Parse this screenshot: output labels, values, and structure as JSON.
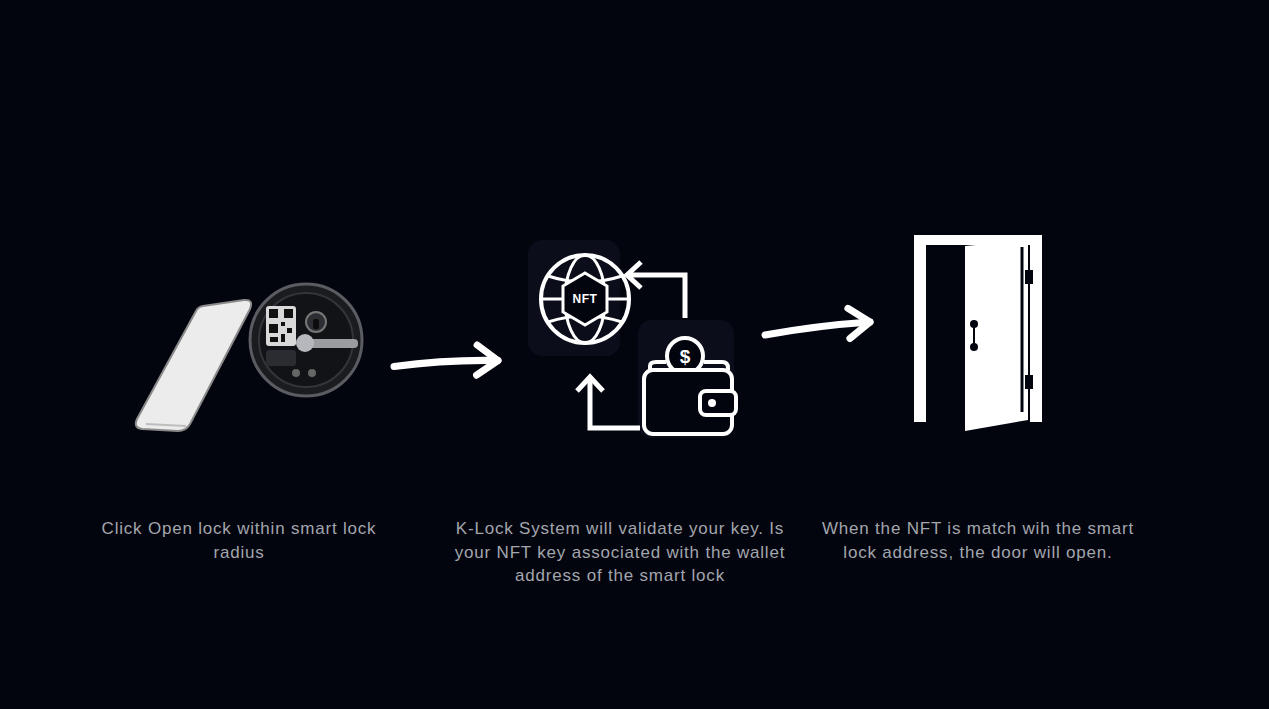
{
  "diagram": {
    "nodes": [
      {
        "text": [
          "Click Open lock within smart lock radius"
        ]
      },
      {
        "text": [
          "K-Lock System will validate your key. Is your NFT key associated with the wallet address of the smart lock"
        ]
      },
      {
        "text": [
          "When the NFT is match wih the smart lock address, the door will open."
        ]
      }
    ],
    "edges": [
      {
        "from": 0,
        "to": 1,
        "arrow": "to"
      },
      {
        "from": 1,
        "to": 2,
        "arrow": "to"
      }
    ],
    "labels": [
      "NFT",
      "$"
    ]
  }
}
